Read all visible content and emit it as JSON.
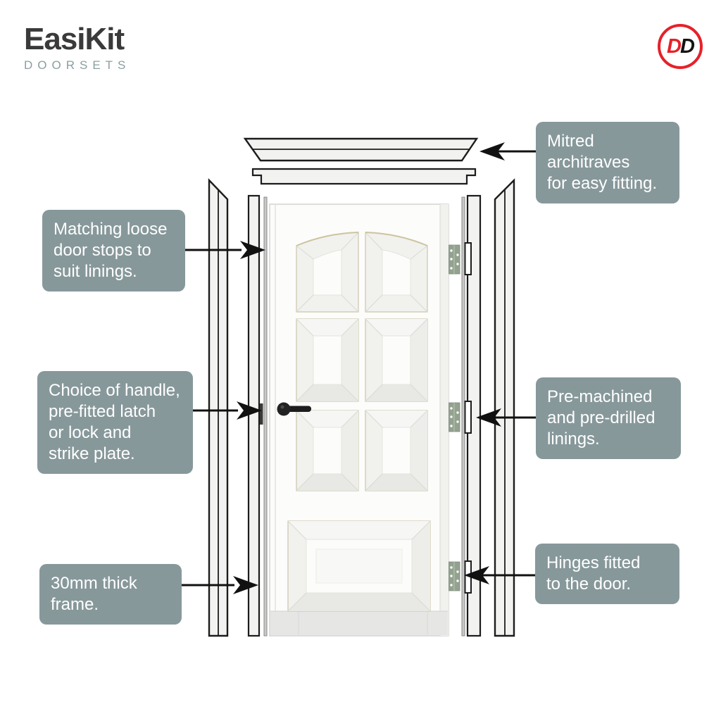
{
  "brand": {
    "name": "EasiKit",
    "subtitle": "DOORSETS",
    "badge_d1": "D",
    "badge_d2": "D"
  },
  "colors": {
    "callout_bg": "#87989b",
    "callout_text": "#ffffff",
    "accent_red": "#e62129",
    "logo_text": "#3a3a3a",
    "logo_subtitle": "#8b9ea0",
    "arrow_line": "#111111",
    "hinge_green": "#93a28f"
  },
  "callouts": {
    "mitred": {
      "text": "Mitred\narchitraves\nfor easy fitting."
    },
    "door_stops": {
      "text": "Matching loose\ndoor stops to\nsuit linings."
    },
    "handle": {
      "text": "Choice of handle,\npre-fitted latch\nor lock and\nstrike plate."
    },
    "frame": {
      "text": "30mm thick\nframe."
    },
    "linings": {
      "text": "Pre-machined\nand pre-drilled\nlinings."
    },
    "hinges": {
      "text": "Hinges fitted\nto the door."
    }
  }
}
